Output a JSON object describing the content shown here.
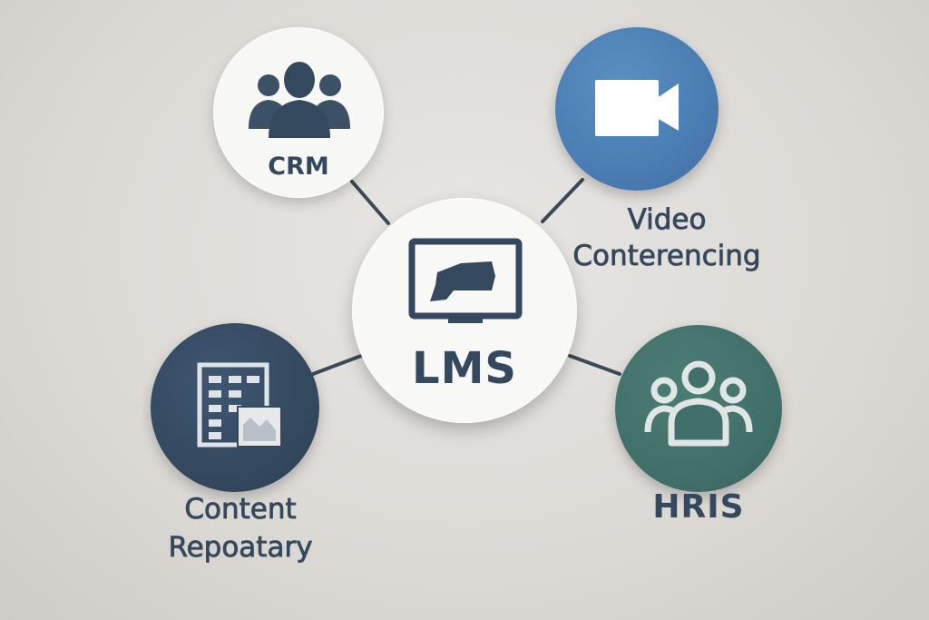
{
  "nodes": {
    "lms": {
      "label": "LMS",
      "icon": "monitor-icon",
      "color": "#f8f8f7"
    },
    "crm": {
      "label": "CRM",
      "icon": "users-icon",
      "color": "#f7f7f5"
    },
    "video": {
      "line1": "Video",
      "line2": "Conterencing",
      "icon": "video-camera-icon",
      "color": "#4a7db3"
    },
    "content": {
      "line1": "Content",
      "line2": "Repoatary",
      "icon": "document-icon",
      "color": "#34495f"
    },
    "hris": {
      "label": "HRIS",
      "icon": "group-icon",
      "color": "#41706a"
    }
  },
  "colors": {
    "text": "#34495e",
    "connector": "#3b4a58",
    "background": "#dcd9d5"
  }
}
